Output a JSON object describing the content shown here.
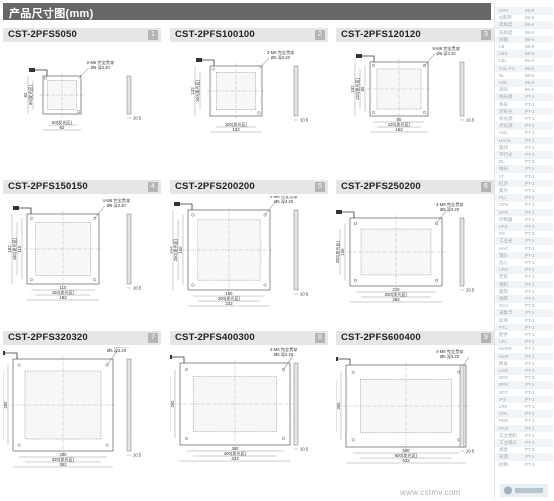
{
  "banner": {
    "title": "产品尺寸图(mm)"
  },
  "cards": [
    {
      "model": "CST-2PFS5050",
      "num": "1",
      "note1": "2-M6 完全贯穿",
      "note2": "Ø6 深3.20",
      "inner_h": "50(发光区)",
      "outer_h": "82",
      "inner_w": "50(发光区)",
      "outer_w": "82",
      "depth": "10.5",
      "dim_a": "",
      "dim_b": ""
    },
    {
      "model": "CST-2PFS100100",
      "num": "2",
      "note1": "2-M6 完全贯穿",
      "note2": "Ø6 深3.20",
      "inner_h": "100(发光区)",
      "outer_h": "132",
      "inner_w": "100(发光区)",
      "outer_w": "132",
      "depth": "10.5",
      "dim_a": "",
      "dim_b": ""
    },
    {
      "model": "CST-2PFS120120",
      "num": "3",
      "note1": "8-M6 完全贯穿",
      "note2": "Ø6 深3.20",
      "inner_h": "120(发光区)",
      "outer_h": "152",
      "inner_w": "120(发光区)",
      "outer_w": "152",
      "depth": "10.5",
      "dim_a": "80",
      "dim_b": "80"
    },
    {
      "model": "CST-2PFS150150",
      "num": "4",
      "note1": "4-M6 完全贯穿",
      "note2": "Ø6 深3.20",
      "inner_h": "150(发光区)",
      "outer_h": "182",
      "inner_w": "150(发光区)",
      "outer_w": "182",
      "depth": "10.5",
      "dim_a": "110",
      "dim_b": "110"
    },
    {
      "model": "CST-2PFS200200",
      "num": "5",
      "note1": "4-M6 完全贯穿",
      "note2": "Ø6 深3.20",
      "inner_h": "200(发光区)",
      "outer_h": "232",
      "inner_w": "200(发光区)",
      "outer_w": "232",
      "depth": "10.5",
      "dim_a": "160",
      "dim_b": "160"
    },
    {
      "model": "CST-2PFS250200",
      "num": "6",
      "note1": "4-M6 完全贯穿",
      "note2": "Ø6 深3.20",
      "inner_h": "200(发光区)",
      "outer_h": "232",
      "inner_w": "250(发光区)",
      "outer_w": "282",
      "depth": "10.5",
      "dim_a": "210",
      "dim_b": "160"
    },
    {
      "model": "CST-2PFS320320",
      "num": "7",
      "note1": "4-M6 完全贯穿",
      "note2": "Ø6 深3.20",
      "inner_h": "320(发光区)",
      "outer_h": "352",
      "inner_w": "320(发光区)",
      "outer_w": "352",
      "depth": "10.5",
      "dim_a": "280",
      "dim_b": "280"
    },
    {
      "model": "CST-2PFS400300",
      "num": "8",
      "note1": "4-M6 完全贯穿",
      "note2": "Ø6 深3.20",
      "inner_h": "300(发光区)",
      "outer_h": "332",
      "inner_w": "400(发光区)",
      "outer_w": "432",
      "depth": "10.5",
      "dim_a": "360",
      "dim_b": "260"
    },
    {
      "model": "CST-2PFS600400",
      "num": "9",
      "note1": "4-M6 完全贯穿",
      "note2": "Ø6 深3.20",
      "inner_h": "400(发光区)",
      "outer_h": "432",
      "inner_w": "600(发光区)",
      "outer_w": "632",
      "depth": "10.5",
      "dim_a": "560",
      "dim_b": "360"
    }
  ],
  "sidebar": {
    "items": [
      {
        "l": "CPH",
        "r": "80-8"
      },
      {
        "l": "Q系列",
        "r": "86-6"
      },
      {
        "l": "高角度",
        "r": "86-6"
      },
      {
        "l": "低角度",
        "r": "86-6"
      },
      {
        "l": "同轴",
        "r": "86-6"
      },
      {
        "l": "LB",
        "r": "86-6"
      },
      {
        "l": "LBS",
        "r": "86-6"
      },
      {
        "l": "LBL",
        "r": "86-6"
      },
      {
        "l": "CSL-FS",
        "r": "86-6"
      },
      {
        "l": "DL",
        "r": "86-6"
      },
      {
        "l": "HSL",
        "r": "86-6"
      },
      {
        "l": "调光",
        "r": "86-6"
      },
      {
        "l": "线光源",
        "r": "PT-1"
      },
      {
        "l": "条形",
        "r": "PT-1"
      },
      {
        "l": "环形光",
        "r": "PT-1"
      },
      {
        "l": "背光源",
        "r": "PT-1"
      },
      {
        "l": "点光源",
        "r": "PT-1"
      },
      {
        "l": "AOL",
        "r": "PT-1"
      },
      {
        "l": "UAOL",
        "r": "PT-1"
      },
      {
        "l": "圆顶",
        "r": "PT-1"
      },
      {
        "l": "平行光",
        "r": "PT-1"
      },
      {
        "l": "DL",
        "r": "PT-1"
      },
      {
        "l": "线扫",
        "r": "PT-1"
      },
      {
        "l": "LT",
        "r": "PT-1"
      },
      {
        "l": "红外",
        "r": "PT-1"
      },
      {
        "l": "紫外",
        "r": "PT-1"
      },
      {
        "l": "PLL",
        "r": "PT-1"
      },
      {
        "l": "CPS",
        "r": "PT-1"
      },
      {
        "l": "DPS",
        "r": "PT-1"
      },
      {
        "l": "控制器",
        "r": "PT-1"
      },
      {
        "l": "LPS",
        "r": "PT-1"
      },
      {
        "l": "PS",
        "r": "PT-1"
      },
      {
        "l": "工业光",
        "r": "PT-1"
      },
      {
        "l": "HAC",
        "r": "PT-1"
      },
      {
        "l": "镜头",
        "r": "PT-1"
      },
      {
        "l": "远心",
        "r": "PT-1"
      },
      {
        "l": "LPG",
        "r": "PT-1"
      },
      {
        "l": "定焦",
        "r": "PT-1"
      },
      {
        "l": "相机",
        "r": "PT-1"
      },
      {
        "l": "面阵",
        "r": "PT-1"
      },
      {
        "l": "线阵",
        "r": "PT-1"
      },
      {
        "l": "SCA",
        "r": "PT-1"
      },
      {
        "l": "采集卡",
        "r": "PT-1"
      },
      {
        "l": "软件",
        "r": "PT-1"
      },
      {
        "l": "PTL",
        "r": "PT-1"
      },
      {
        "l": "配件",
        "r": "PT-1"
      },
      {
        "l": "LPL",
        "r": "PT-1"
      },
      {
        "l": "MAPS",
        "r": "PT-1"
      },
      {
        "l": "MAP",
        "r": "PT-1"
      },
      {
        "l": "附录",
        "r": "PT-1"
      },
      {
        "l": "LGD",
        "r": "PT-1"
      },
      {
        "l": "SPS",
        "r": "PT-1"
      },
      {
        "l": "DPS",
        "r": "PT-1"
      },
      {
        "l": "SCT",
        "r": "PT-1"
      },
      {
        "l": "IPS",
        "r": "PT-1"
      },
      {
        "l": "LRF",
        "r": "PT-1"
      },
      {
        "l": "CPL",
        "r": "PT-1"
      },
      {
        "l": "PDS",
        "r": "PT-1"
      },
      {
        "l": "PCS",
        "r": "PT-1"
      },
      {
        "l": "工业相机",
        "r": "PT-1"
      },
      {
        "l": "工业镜头",
        "r": "PT-1"
      },
      {
        "l": "视觉",
        "r": "PT-1"
      },
      {
        "l": "光源",
        "r": "PT-1"
      },
      {
        "l": "控制",
        "r": "PT-1"
      }
    ]
  },
  "watermark": "www.cstmv.com"
}
